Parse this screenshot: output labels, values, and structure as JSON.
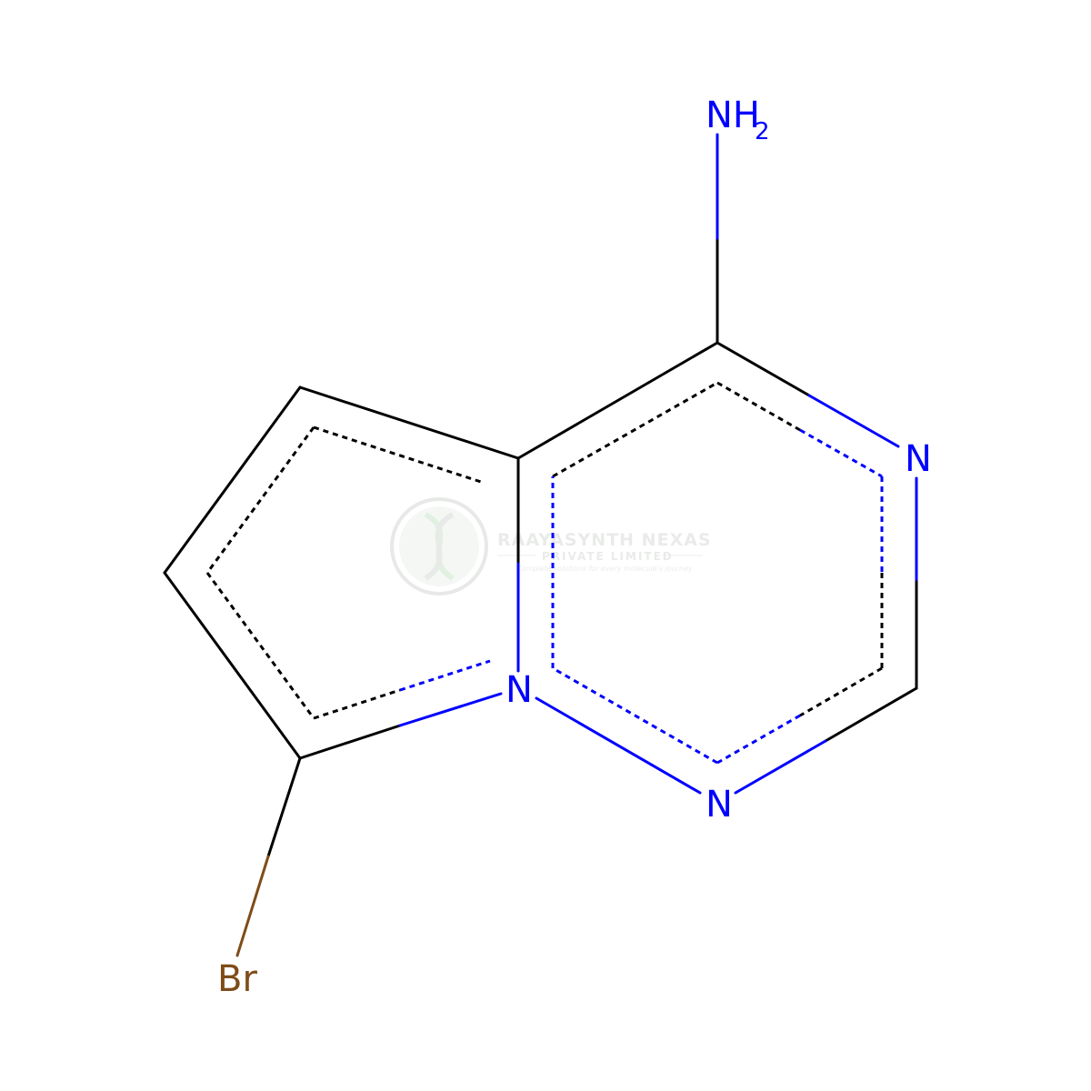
{
  "molecule": {
    "atoms": {
      "amine": "NH",
      "amine_subscript": "2",
      "ring_n_right": "N",
      "ring_n_bottom": "N",
      "ring_n_bridge": "N",
      "bromine": "Br"
    }
  },
  "watermark": {
    "title": "RAAYASYNTH NEXAS",
    "subtitle": "PRIVATE LIMITED",
    "tagline": "Complete solutions for every molecule's journey"
  },
  "colors": {
    "carbon_bond": "#000000",
    "nitrogen": "#0000ff",
    "bromine": "#7f4c19",
    "watermark": "#d8dcd8"
  }
}
